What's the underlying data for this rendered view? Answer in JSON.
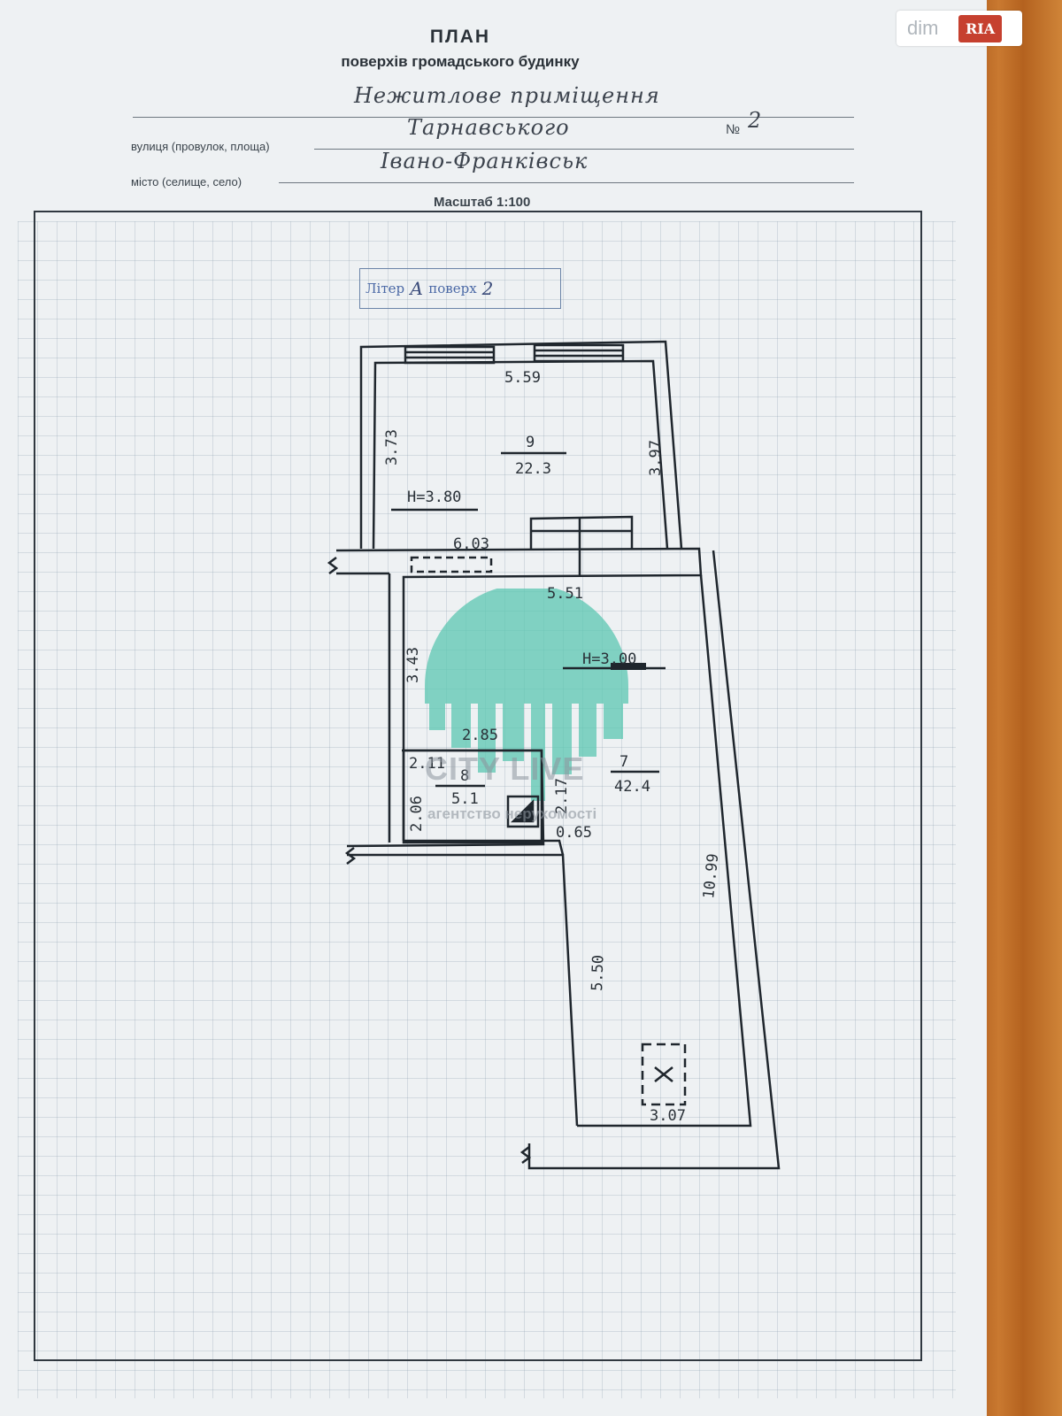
{
  "header": {
    "title": "ПЛАН",
    "subtitle": "поверхів громадського будинку",
    "building_type": "Нежитлове приміщення",
    "street_label": "вулиця (провулок, площа)",
    "street_value": "Тарнавського",
    "number_label": "№",
    "number_value": "2",
    "city_label": "місто (селище, село)",
    "city_value": "Івано-Франківськ",
    "scale": "Масштаб 1:100"
  },
  "stamp": {
    "liter_label": "Літер",
    "liter_value": "А",
    "floor_label": "поверх",
    "floor_value": "2"
  },
  "plan": {
    "room9": {
      "number": "9",
      "area": "22.3",
      "height": "H=3.80"
    },
    "room7": {
      "number": "7",
      "area": "42.4",
      "height": "H=3.00"
    },
    "room8": {
      "number": "8",
      "area": "5.1"
    },
    "dims": {
      "top_width": "5.59",
      "room9_left": "3.73",
      "room9_right": "3.97",
      "room9_bottom": "6.03",
      "room7_top": "5.51",
      "room7_left_upper": "3.43",
      "room8_top": "2.85",
      "room8_inner": "2.11",
      "room8_left": "2.06",
      "room8_right": "2.17",
      "room8_small": "0.65",
      "room7_right": "10.99",
      "room7_left_lower": "5.50",
      "room7_bottom": "3.07"
    }
  },
  "watermarks": {
    "site_left": "dim",
    "site_right": "RIA",
    "agency": "CITY LIVE",
    "agency_sub": "агентство нерухомості"
  }
}
